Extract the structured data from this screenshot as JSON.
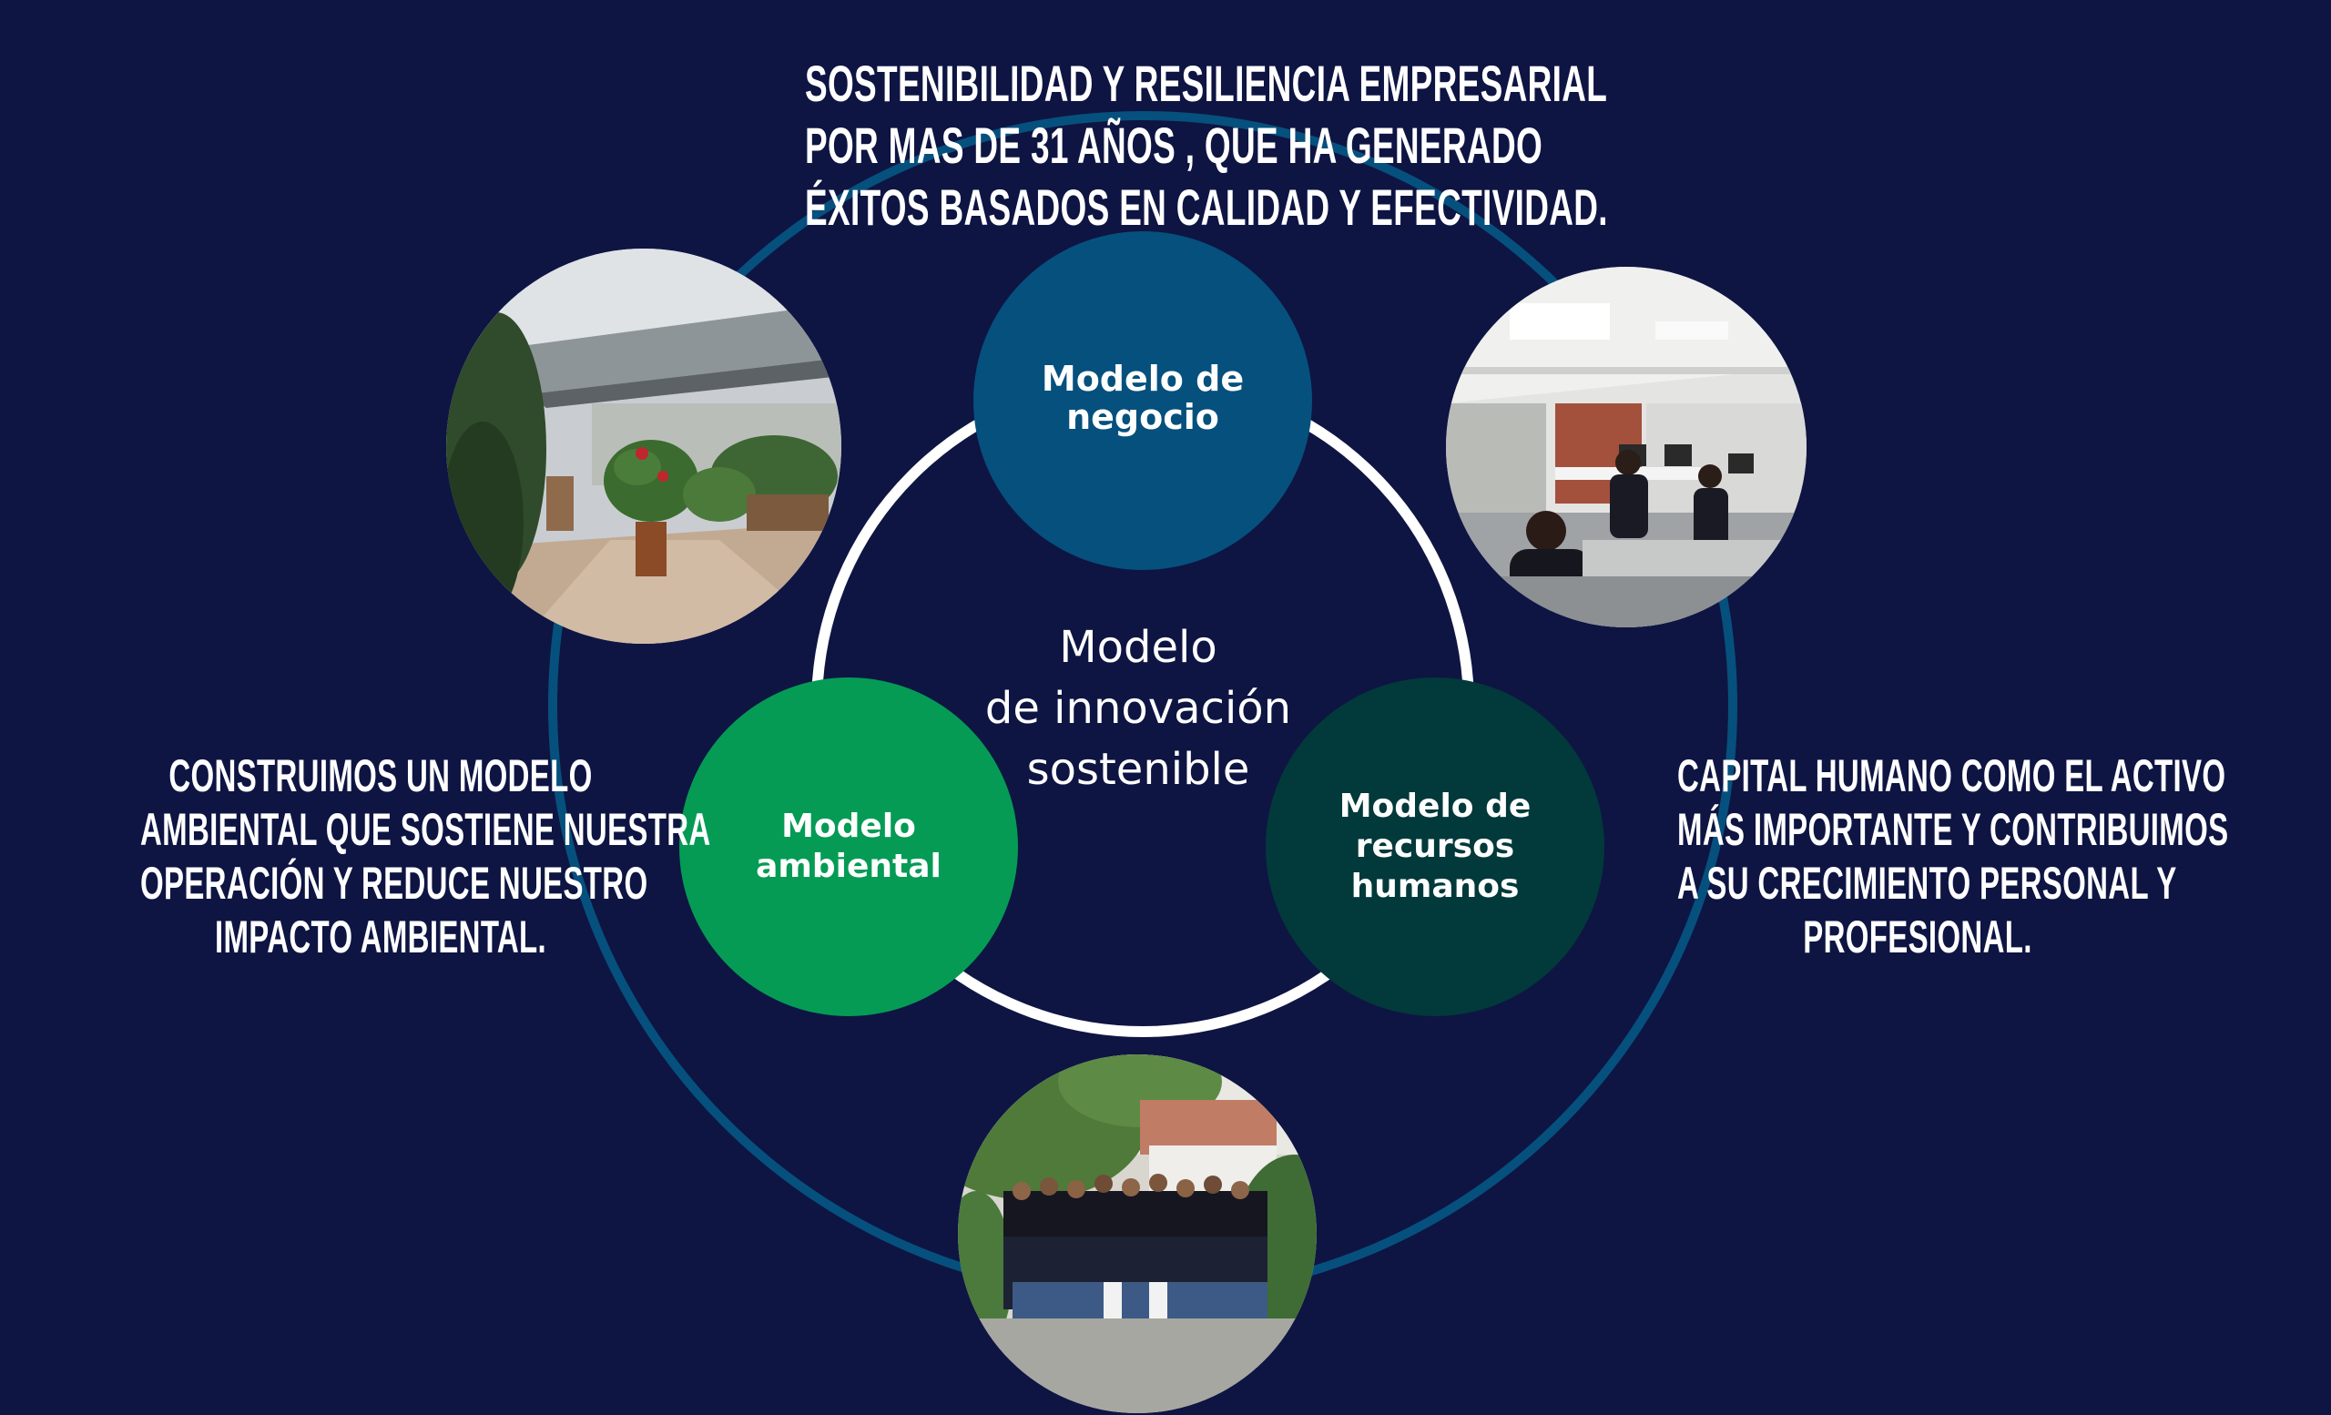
{
  "colors": {
    "background": "#0e1543",
    "outer_ring": "#06507d",
    "inner_ring": "#ffffff",
    "business": "#06507d",
    "environmental": "#059b55",
    "human_resources": "#02393a"
  },
  "center": {
    "title": "Modelo\nde innovación\nsostenible"
  },
  "nodes": {
    "business": {
      "label": "Modelo de\nnegocio"
    },
    "environmental": {
      "label": "Modelo\nambiental"
    },
    "human_resources": {
      "label": "Modelo de\nrecursos\nhumanos"
    }
  },
  "captions": {
    "top": {
      "lines": [
        "Sostenibilidad y resiliencia empresarial",
        "por mas de 31 años , que ha generado",
        "éxitos basados en calidad y efectividad."
      ]
    },
    "left": {
      "lines": [
        "Construimos un modelo",
        "ambiental que sostiene nuestra",
        "operación y reduce nuestro",
        "impacto ambiental."
      ]
    },
    "right": {
      "lines": [
        "Capital humano como el activo",
        "más importante y contribuimos",
        "a su crecimiento personal y",
        "profesional."
      ]
    }
  },
  "photos": {
    "terrace": "terrace-garden-photo",
    "office": "office-workers-photo",
    "team": "team-group-photo"
  }
}
